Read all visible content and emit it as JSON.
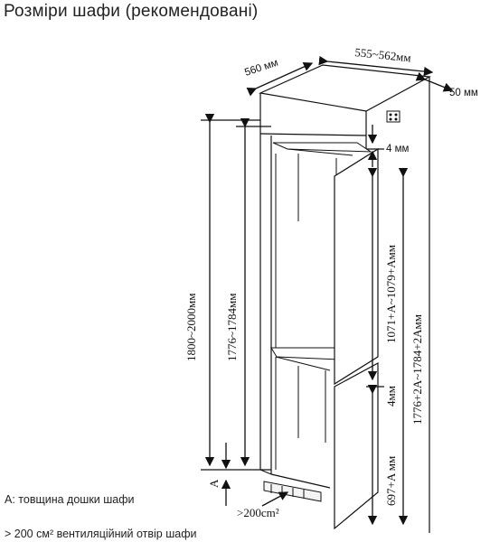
{
  "title": "Розміри шафи (рекомендовані)",
  "notes": {
    "a_label": "A: товщина дошки шафи",
    "vent_label": "> 200 см² вентиляційний отвір шафи"
  },
  "dimensions": {
    "depth": "560 мм",
    "width": "555~562мм",
    "side_gap": "50 мм",
    "top_gap": "4 мм",
    "niche_height": "1800~2000мм",
    "inner_height": "1776~1784мм",
    "upper_door": "1071+A~1079+Aмм",
    "middle_gap": "4мм",
    "lower_door": "697+A мм",
    "total_door": "1776+2A~1784+2Aмм",
    "a_marker": "A",
    "vent_area": ">200cm²"
  }
}
